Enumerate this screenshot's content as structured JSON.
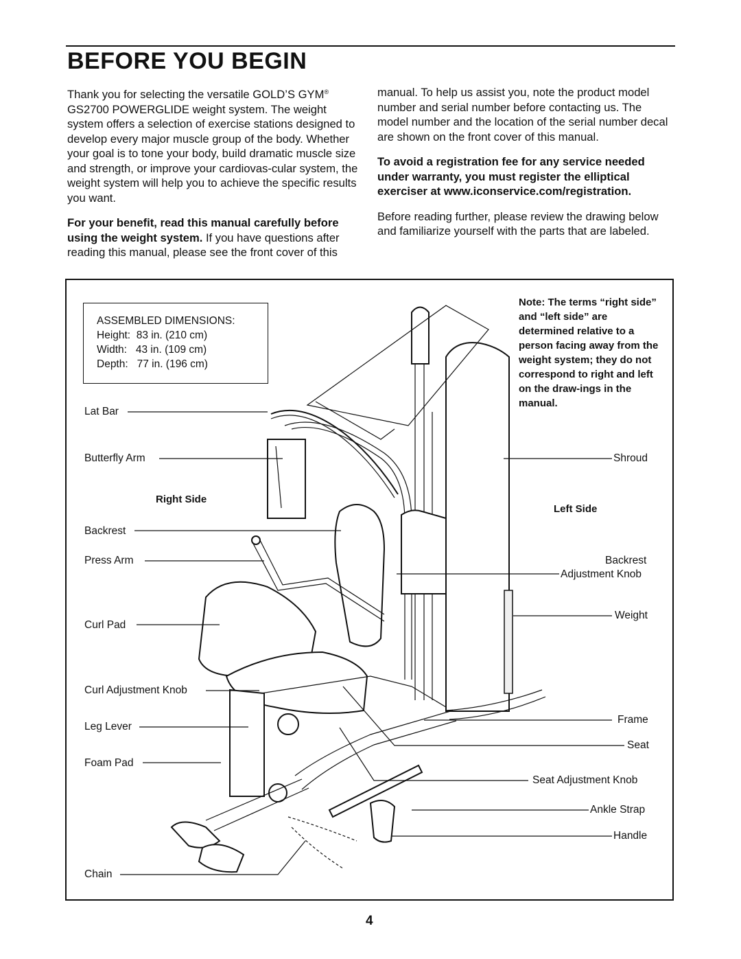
{
  "page": {
    "title": "BEFORE YOU BEGIN",
    "page_number": "4"
  },
  "intro": {
    "p1_a": "Thank you for selecting the versatile GOLD’S GYM",
    "p1_reg": "®",
    "p1_b": " GS2700 POWERGLIDE weight system. The weight system offers a selection of exercise stations designed to develop every major muscle group of the body. Whether your goal is to tone your body, build dramatic muscle size and strength, or improve your cardiovas-cular system, the weight system will help you to achieve the specific results you want.",
    "p2_bold": "For your benefit, read this manual carefully before using the weight system.",
    "p2_rest": " If you have questions after reading this manual, please see the front cover of this",
    "p3": "manual. To help us assist you, note the product model number and serial number before contacting us. The model number and the location of the serial number decal are shown on the front cover of this manual.",
    "p4_bold": "To avoid a registration fee for any service needed under warranty, you must register the elliptical exerciser at www.iconservice.com/registration.",
    "p5": "Before reading further, please review the drawing below and familiarize yourself with the parts that are labeled."
  },
  "dimensions": {
    "heading": "ASSEMBLED DIMENSIONS:",
    "height": "Height:  83 in. (210 cm)",
    "width": "Width:   43 in. (109 cm)",
    "depth": "Depth:   77 in. (196 cm)"
  },
  "note": "Note: The terms “right side” and “left side” are determined relative to a person facing away from the weight system; they do not correspond to right and left on the draw-ings in the manual.",
  "sides": {
    "right": "Right Side",
    "left": "Left Side"
  },
  "labels_left": {
    "lat_bar": "Lat Bar",
    "butterfly_arm": "Butterfly Arm",
    "backrest": "Backrest",
    "press_arm": "Press Arm",
    "curl_pad": "Curl Pad",
    "curl_adjustment_knob": "Curl Adjustment Knob",
    "leg_lever": "Leg Lever",
    "foam_pad": "Foam Pad",
    "chain": "Chain"
  },
  "labels_right": {
    "shroud": "Shroud",
    "backrest": "Backrest",
    "backrest_adjustment_knob": "Adjustment Knob",
    "weight": "Weight",
    "frame": "Frame",
    "seat": "Seat",
    "seat_adjustment_knob": "Seat Adjustment Knob",
    "ankle_strap": "Ankle Strap",
    "handle": "Handle"
  }
}
